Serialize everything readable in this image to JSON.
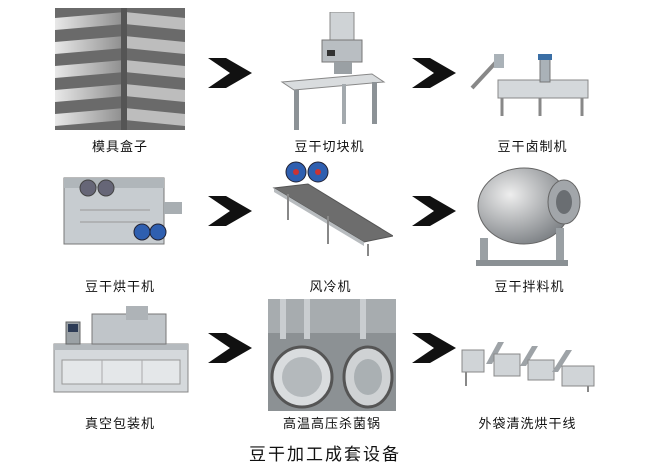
{
  "title": "豆干加工成套设备",
  "steps": [
    {
      "label": "模具盒子",
      "icon": "mold-box-icon"
    },
    {
      "label": "豆干切块机",
      "icon": "cutting-machine-icon"
    },
    {
      "label": "豆干卤制机",
      "icon": "marinating-machine-icon"
    },
    {
      "label": "豆干烘干机",
      "icon": "dryer-machine-icon"
    },
    {
      "label": "风冷机",
      "icon": "air-cooler-icon"
    },
    {
      "label": "豆干拌料机",
      "icon": "mixing-machine-icon"
    },
    {
      "label": "真空包装机",
      "icon": "vacuum-packing-machine-icon"
    },
    {
      "label": "高温高压杀菌锅",
      "icon": "sterilizer-icon"
    },
    {
      "label": "外袋清洗烘干线",
      "icon": "bag-washing-drying-line-icon"
    }
  ]
}
